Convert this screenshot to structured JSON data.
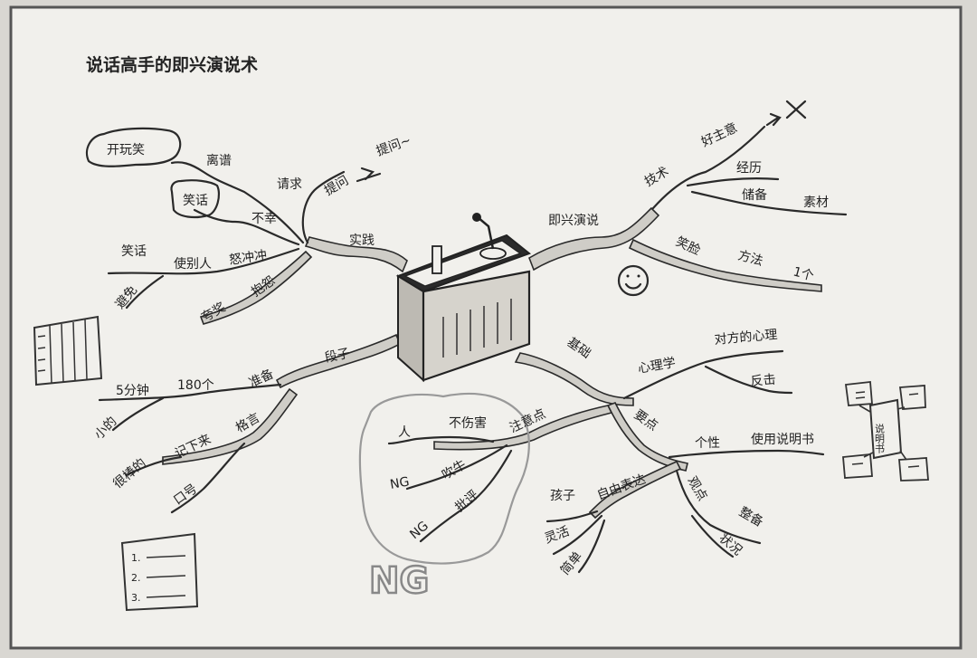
{
  "title": "说话高手的即兴演说术",
  "center": {
    "icon": "podium-microphone-icon"
  },
  "labels": {
    "kaiwanxiao": "开玩笑",
    "lipu": "离谱",
    "xiaohua_top": "笑话",
    "buxing": "不幸",
    "qingqiu": "请求",
    "tiwen": "提问",
    "tiwen2": "提问~",
    "shijian": "实践",
    "xiaohua_left": "笑话",
    "shibieren": "使别人",
    "nuchongchong": "怒冲冲",
    "bimian": "避免",
    "kuajiang": "夸奖",
    "baoyuan": "抱怨",
    "jixingyanshuo": "即兴演说",
    "jishu": "技术",
    "haozhuyi": "好主意",
    "jingli": "经历",
    "chubei": "储备",
    "sucai": "素材",
    "xiaolian": "笑脸",
    "fangfa": "方法",
    "yige": "1个",
    "duanzi": "段子",
    "zhunbei": "准备",
    "wufenzhong": "5分钟",
    "yibaibashi": "180个",
    "xiaode": "小的",
    "geyan": "格言",
    "jixialai": "记下来",
    "henbangde": "很棒的",
    "kouhao": "口号",
    "jichu": "基础",
    "xinlixue": "心理学",
    "duifang": "对方的心理",
    "fanji": "反击",
    "yaodian": "要点",
    "gexing": "个性",
    "shiyong": "使用说明书",
    "zhuyidian": "注意点",
    "bushanghai": "不伤害",
    "ren": "人",
    "chuiniu": "吹牛",
    "ng1": "NG",
    "piping": "批评",
    "ng2": "NG",
    "ng_big": "NG",
    "ziyou": "自由表达",
    "haizi": "孩子",
    "linghuo": "灵活",
    "jiandan": "简单",
    "guandian": "观点",
    "zhengbei": "整备",
    "zhuangkuang": "状况",
    "shuomingshu": "说明书",
    "list1": "1.",
    "list2": "2.",
    "list3": "3."
  },
  "colors": {
    "paper": "#f1f0ec",
    "ink": "#222222",
    "ng_ink": "#8a8a8a"
  }
}
